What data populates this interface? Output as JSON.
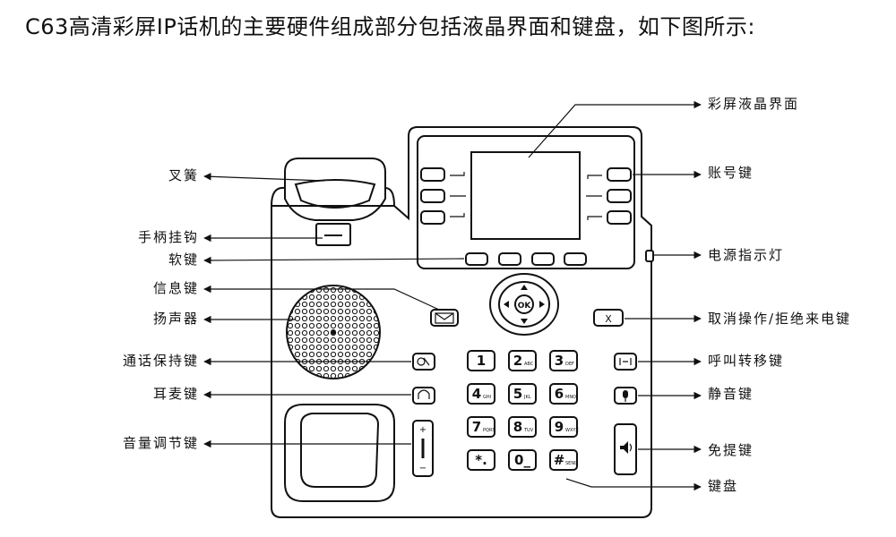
{
  "heading": "C63高清彩屏IP话机的主要硬件组成部分包括液晶界面和键盘，如下图所示:",
  "labels_left": {
    "hook": "叉簧",
    "handset_hook": "手柄挂钩",
    "soft_keys": "软键",
    "message_key": "信息键",
    "speaker": "扬声器",
    "hold_key": "通话保持键",
    "headset_key": "耳麦键",
    "volume_key": "音量调节键"
  },
  "labels_right": {
    "lcd": "彩屏液晶界面",
    "account_keys": "账号键",
    "power_led": "电源指示灯",
    "cancel_key": "取消操作/拒绝来电键",
    "transfer_key": "呼叫转移键",
    "mute_key": "静音键",
    "handsfree_key": "免提键",
    "keypad": "键盘"
  },
  "keypad": [
    {
      "main": "1",
      "sub": ""
    },
    {
      "main": "2",
      "sub": "ABC"
    },
    {
      "main": "3",
      "sub": "DEF"
    },
    {
      "main": "4",
      "sub": "GHI"
    },
    {
      "main": "5",
      "sub": "JKL"
    },
    {
      "main": "6",
      "sub": "MNO"
    },
    {
      "main": "7",
      "sub": "PQRS"
    },
    {
      "main": "8",
      "sub": "TUV"
    },
    {
      "main": "9",
      "sub": "WXYZ"
    },
    {
      "main": "*.",
      "sub": ""
    },
    {
      "main": "0_",
      "sub": ""
    },
    {
      "main": "#",
      "sub": "SEND"
    }
  ],
  "nav": {
    "ok": "OK"
  },
  "cancel_key_glyph": "X",
  "volume_glyphs": {
    "plus": "+",
    "minus": "−"
  }
}
